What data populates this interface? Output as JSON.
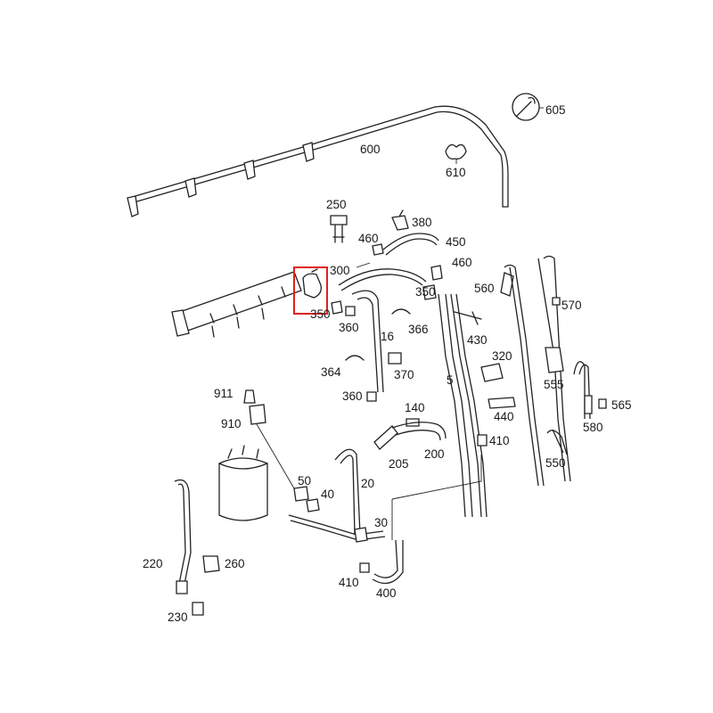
{
  "highlight_color": "#e02020",
  "labels": {
    "l605": "605",
    "l600": "600",
    "l610": "610",
    "l250": "250",
    "l380": "380",
    "l460a": "460",
    "l450": "450",
    "l460b": "460",
    "l300": "300",
    "l350a": "350",
    "l350b": "350",
    "l560": "560",
    "l570": "570",
    "l360a": "360",
    "l16": "16",
    "l366": "366",
    "l430": "430",
    "l320": "320",
    "l364": "364",
    "l370": "370",
    "l555": "555",
    "l5": "5",
    "l360b": "360",
    "l911": "911",
    "l910": "910",
    "l140": "140",
    "l440": "440",
    "l565": "565",
    "l580": "580",
    "l410a": "410",
    "l205": "205",
    "l200": "200",
    "l550": "550",
    "l50": "50",
    "l40": "40",
    "l20": "20",
    "l220": "220",
    "l260": "260",
    "l30": "30",
    "l410b": "410",
    "l230": "230",
    "l400": "400"
  }
}
